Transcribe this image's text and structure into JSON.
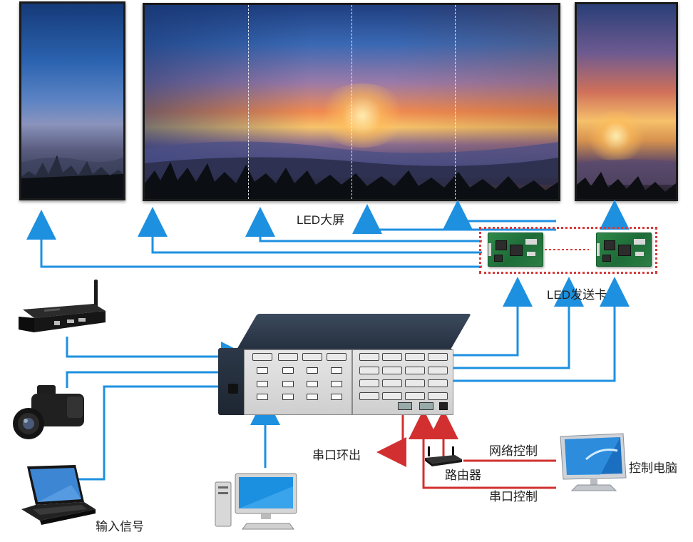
{
  "labels": {
    "led_screen": "LED大屏",
    "sending_card": "LED发送卡",
    "input_signal": "输入信号",
    "serial_loop_out": "串口环出",
    "router": "路由器",
    "network_control": "网络控制",
    "serial_control": "串口控制",
    "control_pc": "控制电脑"
  },
  "colors": {
    "signal_arrow": "#1e90e0",
    "control_arrow": "#d23030",
    "card_box": "#d63a3a"
  },
  "icons": {
    "set_top_box": "set-top-box-icon",
    "camcorder": "video-camera-icon",
    "laptop": "laptop-icon",
    "desktop": "desktop-computer-icon",
    "router": "router-icon",
    "monitor": "monitor-icon",
    "processor": "video-processor-icon",
    "sending_card": "circuit-board-icon"
  }
}
